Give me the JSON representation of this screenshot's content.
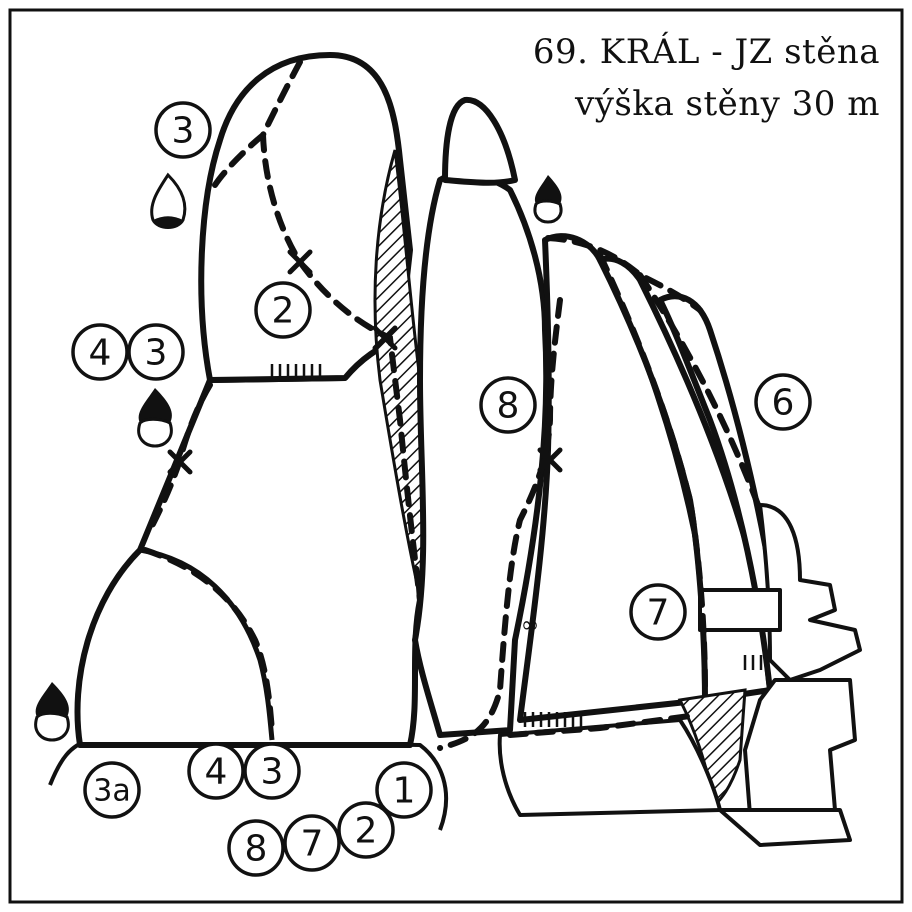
{
  "title": {
    "line1": "69. KRÁL - JZ stěna",
    "line2": "výška stěny 30 m"
  },
  "route_labels": {
    "r3_top": "3",
    "r2": "2",
    "r4_left": "4",
    "r3_left": "3",
    "r8_mid": "8",
    "r6": "6",
    "r7_mid": "7",
    "r3a": "3a",
    "r4_bottom": "4",
    "r3_bottom": "3",
    "r1": "1",
    "r8_bottom": "8",
    "r7_bottom": "7",
    "r2_bottom": "2"
  },
  "icons": [
    "climbing-shoe-icon",
    "belay-cross-icon",
    "hatch-overhang"
  ],
  "colors": {
    "ink": "#111111",
    "paper": "#ffffff"
  }
}
